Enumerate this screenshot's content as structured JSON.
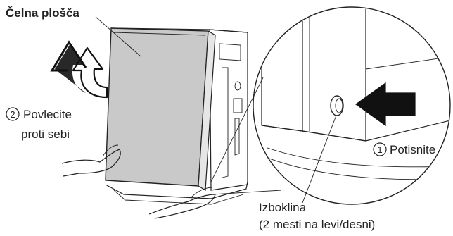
{
  "labels": {
    "front_panel": "Čelna plošča",
    "step2_number": "2",
    "step2_line1": "Povlecite",
    "step2_line2": "proti sebi",
    "step1_number": "1",
    "step1_text": "Potisnite",
    "tab_line1": "Izboklina",
    "tab_line2": "(2 mesti na levi/desni)"
  },
  "colors": {
    "panel_fill": "#c9c9c9",
    "outline": "#222222",
    "arrow_fill": "#111111"
  }
}
